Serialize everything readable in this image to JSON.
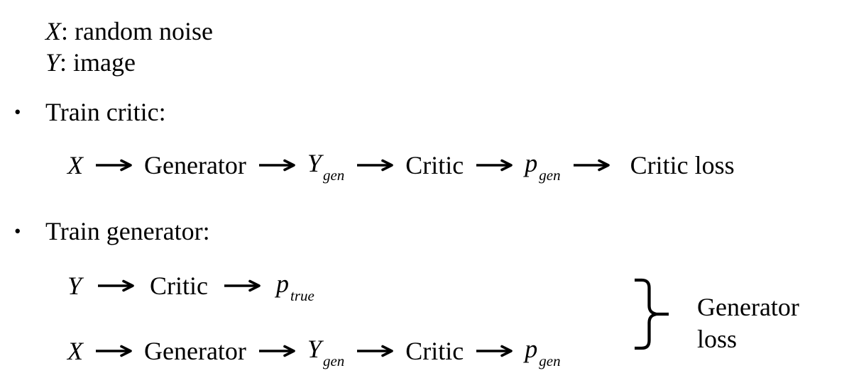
{
  "page": {
    "background": "#ffffff",
    "text_color": "#000000"
  },
  "notes": {
    "lines": [
      {
        "variable": "X",
        "description": ": random noise"
      },
      {
        "variable": "Y",
        "description": ": image"
      }
    ]
  },
  "sections": {
    "train_critic": {
      "bullet": "•",
      "label": "Train critic:"
    },
    "train_generator": {
      "bullet": "•",
      "label": "Train generator:"
    }
  },
  "flows": {
    "train_critic": {
      "nodes": [
        {
          "text": "X"
        },
        {
          "text": "Generator"
        },
        {
          "text": "Y",
          "sub": "gen"
        },
        {
          "text": "Critic"
        },
        {
          "text": "p",
          "sub": "gen"
        },
        {
          "text": "Critic loss"
        }
      ]
    },
    "train_generator_real": {
      "nodes": [
        {
          "text": "Y"
        },
        {
          "text": "Critic"
        },
        {
          "text": "p",
          "sub": "true"
        }
      ]
    },
    "train_generator_generated": {
      "nodes": [
        {
          "text": "X"
        },
        {
          "text": "Generator"
        },
        {
          "text": "Y",
          "sub": "gen"
        },
        {
          "text": "Critic"
        },
        {
          "text": "p",
          "sub": "gen"
        }
      ]
    }
  },
  "generator_loss": {
    "lines": [
      "Generator",
      "loss"
    ]
  }
}
